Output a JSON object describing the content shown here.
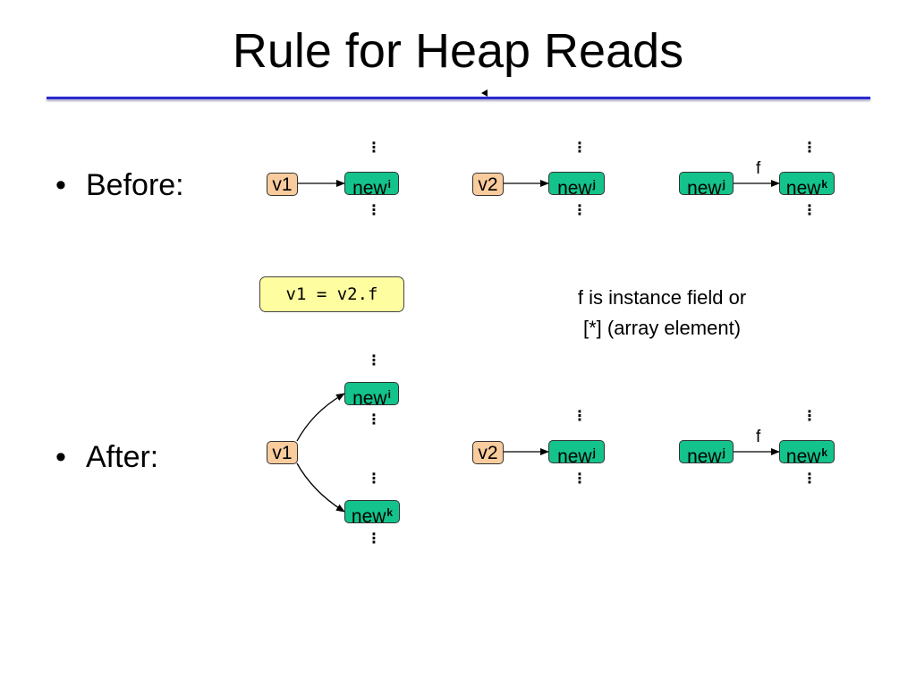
{
  "slide": {
    "title": "Rule for Heap Reads",
    "bullets": {
      "before": "Before:",
      "after": "After:",
      "glyph": "•"
    },
    "statement": "v1 = v2.f",
    "note": {
      "line1": "f is instance field or",
      "line2": "[*] (array element)"
    }
  },
  "nodes": {
    "v1": "v1",
    "v2": "v2",
    "new": "new",
    "sup_i": "i",
    "sup_j": "j",
    "sup_k": "k",
    "ellipsis": "⋮"
  },
  "edges": {
    "field_label": "f"
  },
  "colors": {
    "variable_fill": "#f9cc9d",
    "object_fill": "#13c38b",
    "statement_fill": "#fefea0",
    "rule_line": "#2a2ad0"
  }
}
